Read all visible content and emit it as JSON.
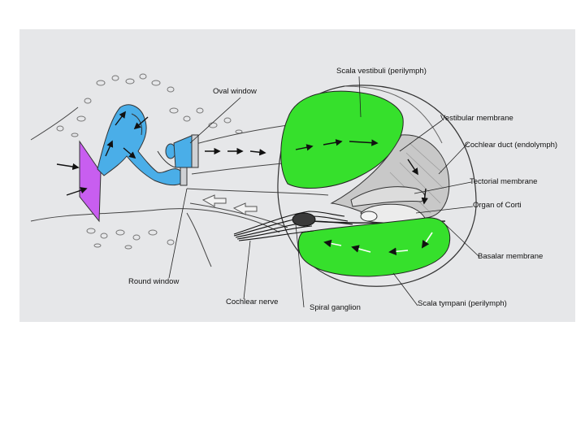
{
  "diagram": {
    "labels": {
      "scala_vestibuli": "Scala vestibuli (perilymph)",
      "oval_window": "Oval window",
      "vestibular_membrane": "Vestibular membrane",
      "cochlear_duct": "Cochlear duct (endolymph)",
      "tectorial_membrane": "Tectorial membrane",
      "organ_of_corti": "Organ of Corti",
      "basilar_membrane": "Basalar membrane",
      "round_window": "Round window",
      "cochlear_nerve": "Cochlear nerve",
      "spiral_ganglion": "Spiral ganglion",
      "scala_tympani": "Scala tympani (perilymph)"
    },
    "colors": {
      "panel_background": "#e6e7e9",
      "scala_fill": "#36e02c",
      "ossicle_fill": "#4aaee8",
      "tympanic_membrane_fill": "#c85ef0",
      "cochlear_duct_fill": "#c8c8c8",
      "ink": "#1a1a1a"
    }
  }
}
